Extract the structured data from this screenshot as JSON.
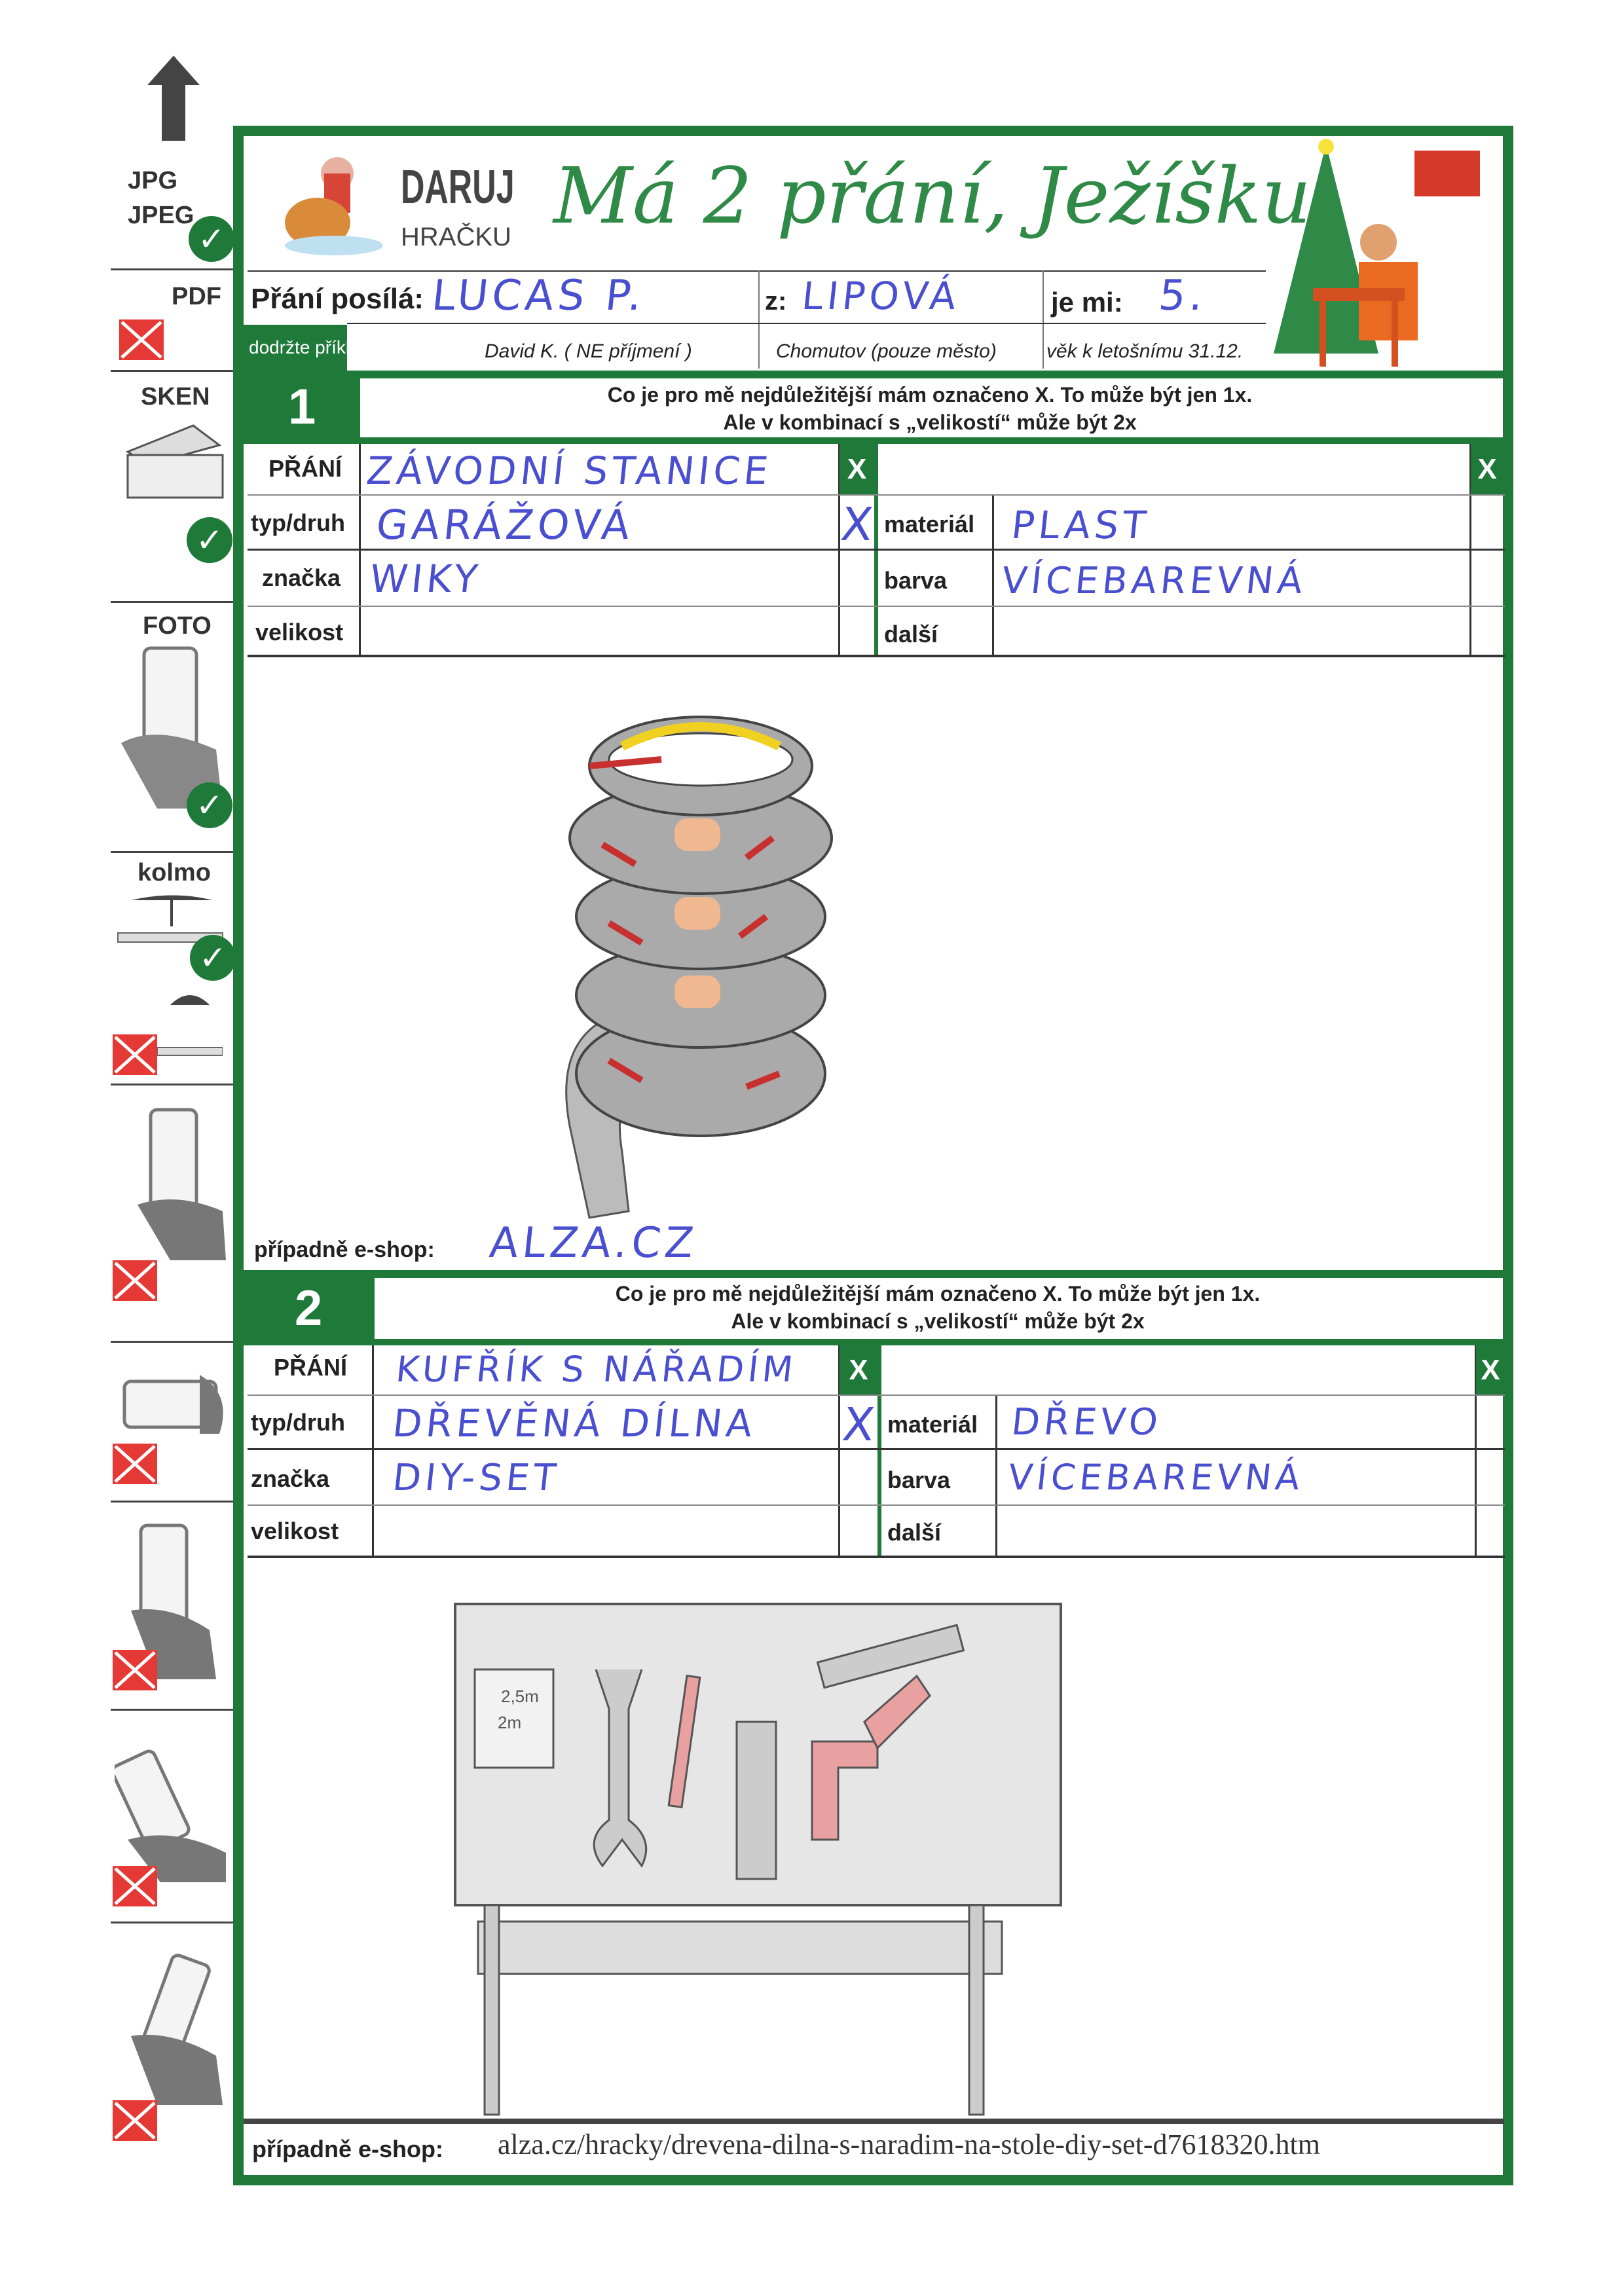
{
  "sidebar": {
    "items": [
      {
        "label": "JPG",
        "label2": "JPEG",
        "status": "ok"
      },
      {
        "label": "PDF",
        "status": "no"
      },
      {
        "label": "SKEN",
        "status": "ok"
      },
      {
        "label": "FOTO",
        "status": "ok"
      },
      {
        "label": "kolmo",
        "status": "ok"
      }
    ]
  },
  "header": {
    "logo_line1": "DARUJ",
    "logo_line2": "HRAČKU",
    "title": "Má 2 přání, Ježíšku"
  },
  "sender": {
    "from_label": "Přání posílá:",
    "from_value": "LUCAS P.",
    "place_label": "z:",
    "place_value": "LIPOVÁ",
    "age_label": "je mi:",
    "age_value": "5.",
    "examples_label": "dodržte příklady:",
    "example_name": "David K. ( NE příjmení )",
    "example_place": "Chomutov  (pouze město)",
    "example_age": "věk k letošnímu 31.12."
  },
  "instructions": {
    "line1": "Co je pro mě nejdůležitější mám označeno X.  To může být jen 1x.",
    "line2": "Ale v kombinací s „velikostí“ může být 2x"
  },
  "labels": {
    "wish": "PŘÁNÍ",
    "type": "typ/druh",
    "brand": "značka",
    "size": "velikost",
    "material": "materiál",
    "color": "barva",
    "other": "další",
    "x": "X",
    "eshop": "případně e-shop:"
  },
  "wishes": [
    {
      "number": "1",
      "wish": "ZÁVODNÍ  STANICE",
      "type": "GARÁŽOVÁ",
      "type_mark": "X",
      "brand": "WIKY",
      "size": "",
      "material": "PLAST",
      "color": "VÍCEBAREVNÁ",
      "other": "",
      "eshop": "ALZA.CZ"
    },
    {
      "number": "2",
      "wish": "KUFŘÍK S NÁŘADÍM",
      "type": "DŘEVĚNÁ DÍLNA",
      "type_mark": "X",
      "brand": "DIY-SET",
      "size": "",
      "material": "DŘEVO",
      "color": "VÍCEBAREVNÁ",
      "other": "",
      "eshop": "alza.cz/hracky/drevena-dilna-s-naradim-na-stole-diy-set-d7618320.htm",
      "drawing_labels": [
        "2,5m",
        "2m"
      ]
    }
  ]
}
